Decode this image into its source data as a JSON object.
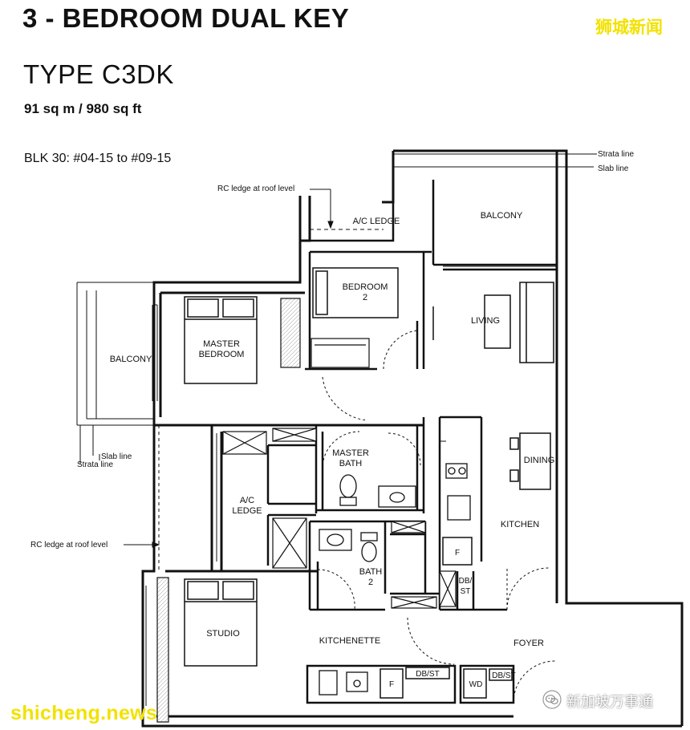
{
  "header": {
    "title": "3 - BEDROOM DUAL KEY",
    "type": "TYPE C3DK",
    "area": "91 sq m / 980 sq ft",
    "block": "BLK 30: #04-15 to #09-15"
  },
  "watermarks": {
    "top_right": "狮城新闻",
    "bottom_left": "shicheng.news",
    "bottom_right": "新加坡万事通",
    "wechat_icon": "wechat-icon"
  },
  "annotations": {
    "strata_line_top": "Strata line",
    "slab_line_top": "Slab line",
    "rc_ledge_top": "RC ledge at roof level",
    "slab_line_left": "Slab line",
    "strata_line_left": "Strata line",
    "rc_ledge_left": "RC ledge at roof level"
  },
  "rooms": {
    "ac_ledge_top": "A/C LEDGE",
    "balcony_top": "BALCONY",
    "bedroom2_line1": "BEDROOM",
    "bedroom2_line2": "2",
    "living": "LIVING",
    "master_line1": "MASTER",
    "master_line2": "BEDROOM",
    "balcony_left": "BALCONY",
    "master_bath_line1": "MASTER",
    "master_bath_line2": "BATH",
    "ac_ledge_left_line1": "A/C",
    "ac_ledge_left_line2": "LEDGE",
    "dining": "DINING",
    "kitchen": "KITCHEN",
    "bath2_line1": "BATH",
    "bath2_line2": "2",
    "studio": "STUDIO",
    "kitchenette": "KITCHENETTE",
    "foyer": "FOYER"
  },
  "appliances": {
    "fridge_kitchen": "F",
    "dbst_kitchen_line1": "DB/",
    "dbst_kitchen_line2": "ST",
    "fridge_kitchenette": "F",
    "dbst_kitchenette": "DB/ST",
    "washer_dryer": "WD",
    "dbst_foyer": "DB/ST"
  }
}
